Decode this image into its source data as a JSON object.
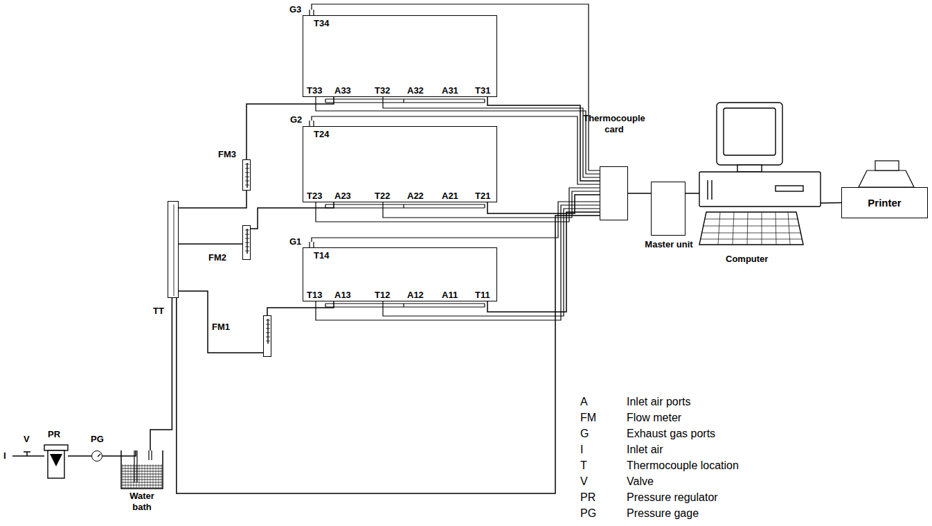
{
  "diagram": {
    "nodes": [
      {
        "text": [
          "G3",
          "T34",
          "T33",
          "A33",
          "T32",
          "A32",
          "A31",
          "T31"
        ]
      },
      {
        "text": [
          "G2",
          "T24",
          "T23",
          "A23",
          "T22",
          "A22",
          "A21",
          "T21"
        ]
      },
      {
        "text": [
          "G1",
          "T14",
          "T13",
          "A13",
          "T12",
          "A12",
          "A11",
          "T11"
        ]
      },
      {
        "text": [
          "Thermocouple card"
        ]
      },
      {
        "text": [
          "Master unit"
        ]
      },
      {
        "text": [
          "Computer"
        ]
      },
      {
        "text": [
          "Printer"
        ]
      },
      {
        "text": [
          "FM3"
        ]
      },
      {
        "text": [
          "FM2"
        ]
      },
      {
        "text": [
          "FM1"
        ]
      },
      {
        "text": [
          "TT"
        ]
      },
      {
        "text": [
          "V"
        ]
      },
      {
        "text": [
          "PR"
        ]
      },
      {
        "text": [
          "PG"
        ]
      },
      {
        "text": [
          "Water bath"
        ]
      }
    ],
    "edges": [
      {
        "from": 0,
        "to": 3,
        "arrow": "none"
      },
      {
        "from": 1,
        "to": 3,
        "arrow": "none"
      },
      {
        "from": 2,
        "to": 3,
        "arrow": "none"
      },
      {
        "from": 3,
        "to": 4,
        "arrow": "none"
      },
      {
        "from": 4,
        "to": 5,
        "arrow": "none"
      },
      {
        "from": 5,
        "to": 6,
        "arrow": "none"
      },
      {
        "from": 10,
        "to": 7,
        "arrow": "none"
      },
      {
        "from": 10,
        "to": 8,
        "arrow": "none"
      },
      {
        "from": 10,
        "to": 9,
        "arrow": "none"
      },
      {
        "from": 7,
        "to": 0,
        "arrow": "none"
      },
      {
        "from": 8,
        "to": 1,
        "arrow": "none"
      },
      {
        "from": 9,
        "to": 2,
        "arrow": "none"
      },
      {
        "from": 11,
        "to": 12,
        "arrow": "none"
      },
      {
        "from": 12,
        "to": 13,
        "arrow": "none"
      },
      {
        "from": 13,
        "to": 14,
        "arrow": "none"
      },
      {
        "from": 14,
        "to": 10,
        "arrow": "none"
      },
      {
        "from": 10,
        "to": 3,
        "arrow": "none"
      }
    ],
    "labels": [
      "I",
      "A",
      "Inlet air ports",
      "FM",
      "Flow meter",
      "G",
      "Exhaust gas ports",
      "I",
      "Inlet air",
      "T",
      "Thermocouple location",
      "V",
      "Valve",
      "PR",
      "Pressure regulator",
      "PG",
      "Pressure gage"
    ]
  }
}
